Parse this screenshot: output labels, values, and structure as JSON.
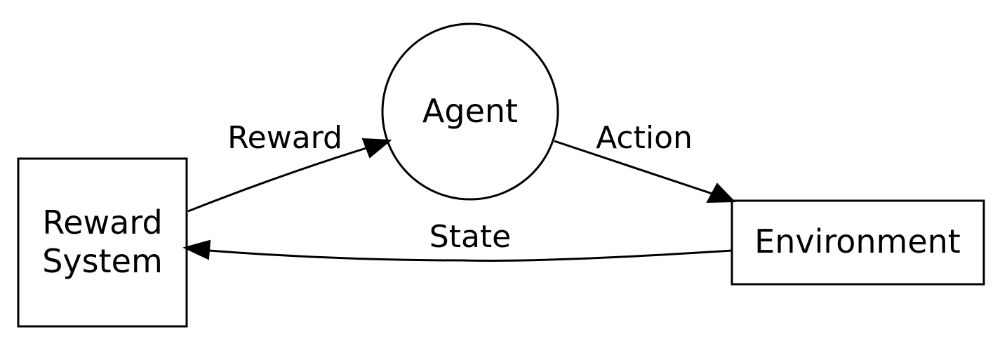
{
  "diagram": {
    "nodes": {
      "agent": {
        "label": "Agent",
        "shape": "circle"
      },
      "reward_system": {
        "label_lines": [
          "Reward",
          "System"
        ],
        "shape": "box"
      },
      "environment": {
        "label": "Environment",
        "shape": "box"
      }
    },
    "edges": {
      "reward": {
        "label": "Reward",
        "from": "reward_system",
        "to": "agent"
      },
      "action": {
        "label": "Action",
        "from": "agent",
        "to": "environment"
      },
      "state": {
        "label": "State",
        "from": "environment",
        "to": "reward_system"
      }
    },
    "colors": {
      "stroke": "#000000",
      "background": "#ffffff"
    }
  }
}
